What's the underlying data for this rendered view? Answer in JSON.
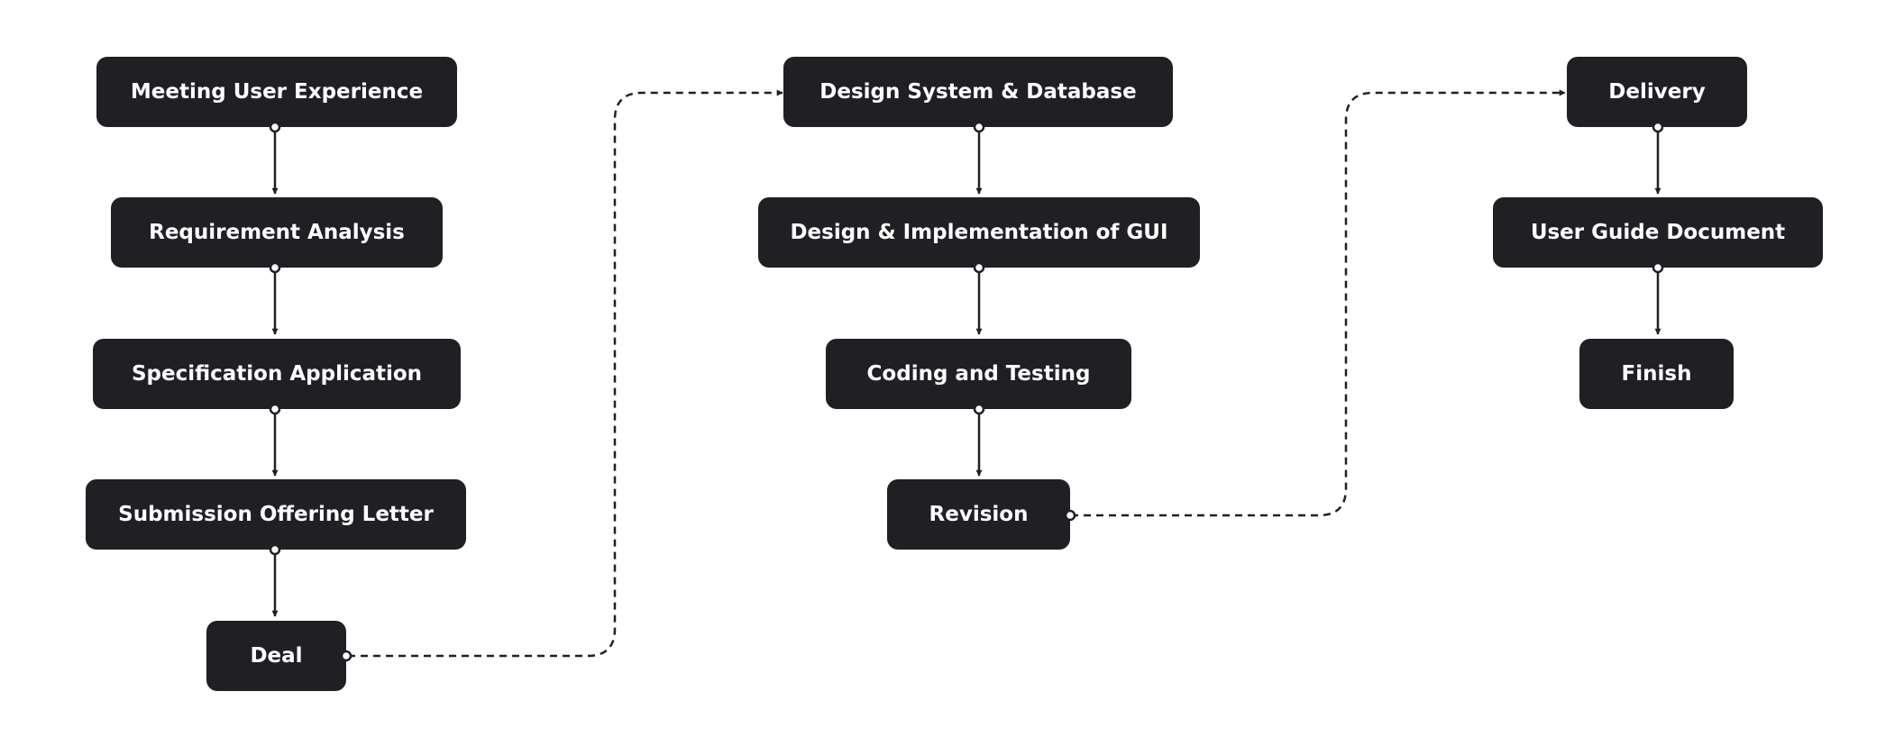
{
  "diagram": {
    "type": "flowchart",
    "columns": [
      {
        "steps": [
          {
            "label": "Meeting User Experience"
          },
          {
            "label": "Requirement Analysis"
          },
          {
            "label": "Specification Application"
          },
          {
            "label": "Submission Offering Letter"
          },
          {
            "label": "Deal"
          }
        ]
      },
      {
        "steps": [
          {
            "label": "Design System & Database"
          },
          {
            "label": "Design & Implementation of GUI"
          },
          {
            "label": "Coding and Testing"
          },
          {
            "label": "Revision"
          }
        ]
      },
      {
        "steps": [
          {
            "label": "Delivery"
          },
          {
            "label": "User Guide Document"
          },
          {
            "label": "Finish"
          }
        ]
      }
    ],
    "connections": [
      {
        "from": "Meeting User Experience",
        "to": "Requirement Analysis",
        "style": "solid"
      },
      {
        "from": "Requirement Analysis",
        "to": "Specification Application",
        "style": "solid"
      },
      {
        "from": "Specification Application",
        "to": "Submission Offering Letter",
        "style": "solid"
      },
      {
        "from": "Submission Offering Letter",
        "to": "Deal",
        "style": "solid"
      },
      {
        "from": "Deal",
        "to": "Design System & Database",
        "style": "dashed"
      },
      {
        "from": "Design System & Database",
        "to": "Design & Implementation of GUI",
        "style": "solid"
      },
      {
        "from": "Design & Implementation of GUI",
        "to": "Coding and Testing",
        "style": "solid"
      },
      {
        "from": "Coding and Testing",
        "to": "Revision",
        "style": "solid"
      },
      {
        "from": "Revision",
        "to": "Delivery",
        "style": "dashed"
      },
      {
        "from": "Delivery",
        "to": "User Guide Document",
        "style": "solid"
      },
      {
        "from": "User Guide Document",
        "to": "Finish",
        "style": "solid"
      }
    ],
    "colors": {
      "node_fill": "#202024",
      "node_text": "#ffffff",
      "line": "#202024",
      "background": "#ffffff"
    }
  }
}
